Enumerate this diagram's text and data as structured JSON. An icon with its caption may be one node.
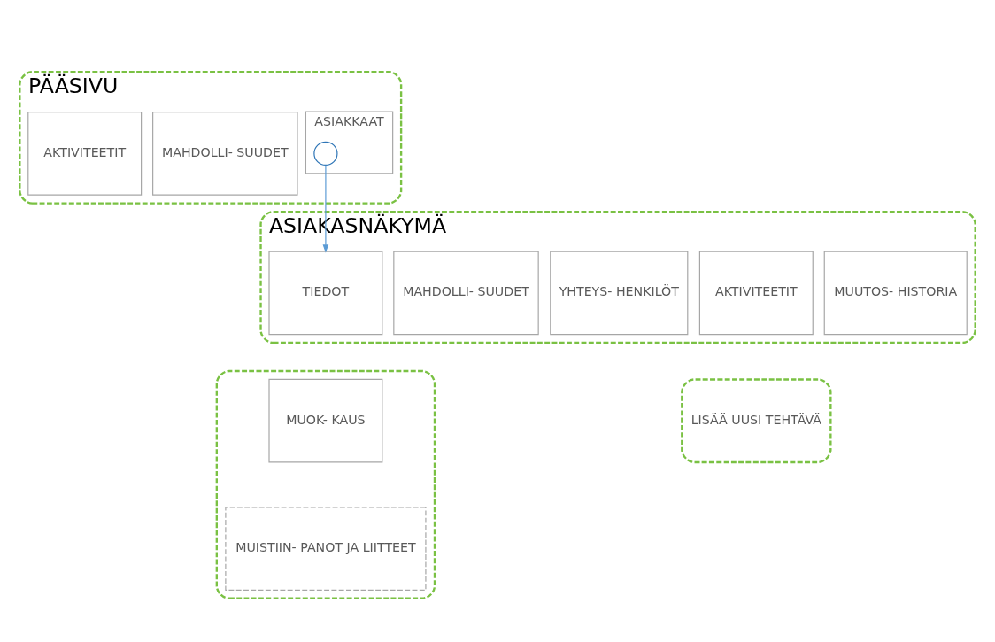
{
  "diagram": {
    "nodes": [
      {
        "text": [
          "PÄÄSIVU"
        ]
      },
      {
        "text": [
          "MAHDOLLI- SUUDET"
        ],
        "in": 0
      },
      {
        "text": [
          "ASIAKKAAT"
        ],
        "in": 0
      },
      {
        "text": [
          "AKTIVITEETIT"
        ],
        "in": 0
      },
      {
        "text": [],
        "shape": "circle",
        "in": 2
      },
      {
        "text": [
          "ASIAKASNÄKYMÄ"
        ]
      },
      {
        "text": [
          "TIEDOT"
        ],
        "in": 5
      },
      {
        "text": [
          "MAHDOLLI- SUUDET"
        ],
        "in": 5
      },
      {
        "text": [
          "YHTEYS- HENKILÖT"
        ],
        "in": 5
      },
      {
        "text": [
          "AKTIVITEETIT"
        ],
        "in": 5
      },
      {
        "text": [
          "MUUTOS- HISTORIA"
        ],
        "in": 5
      },
      {
        "text": [],
        "shape": "box"
      },
      {
        "text": [
          "MUOK- KAUS"
        ],
        "in": 11
      },
      {
        "text": [
          "MUISTIIN- PANOT JA LIITTEET"
        ],
        "in": 11
      },
      {
        "text": [
          "LISÄÄ UUSI TEHTÄVÄ"
        ]
      }
    ],
    "edges": [
      {
        "from": 4,
        "to": 6,
        "arrow": "to"
      }
    ]
  }
}
